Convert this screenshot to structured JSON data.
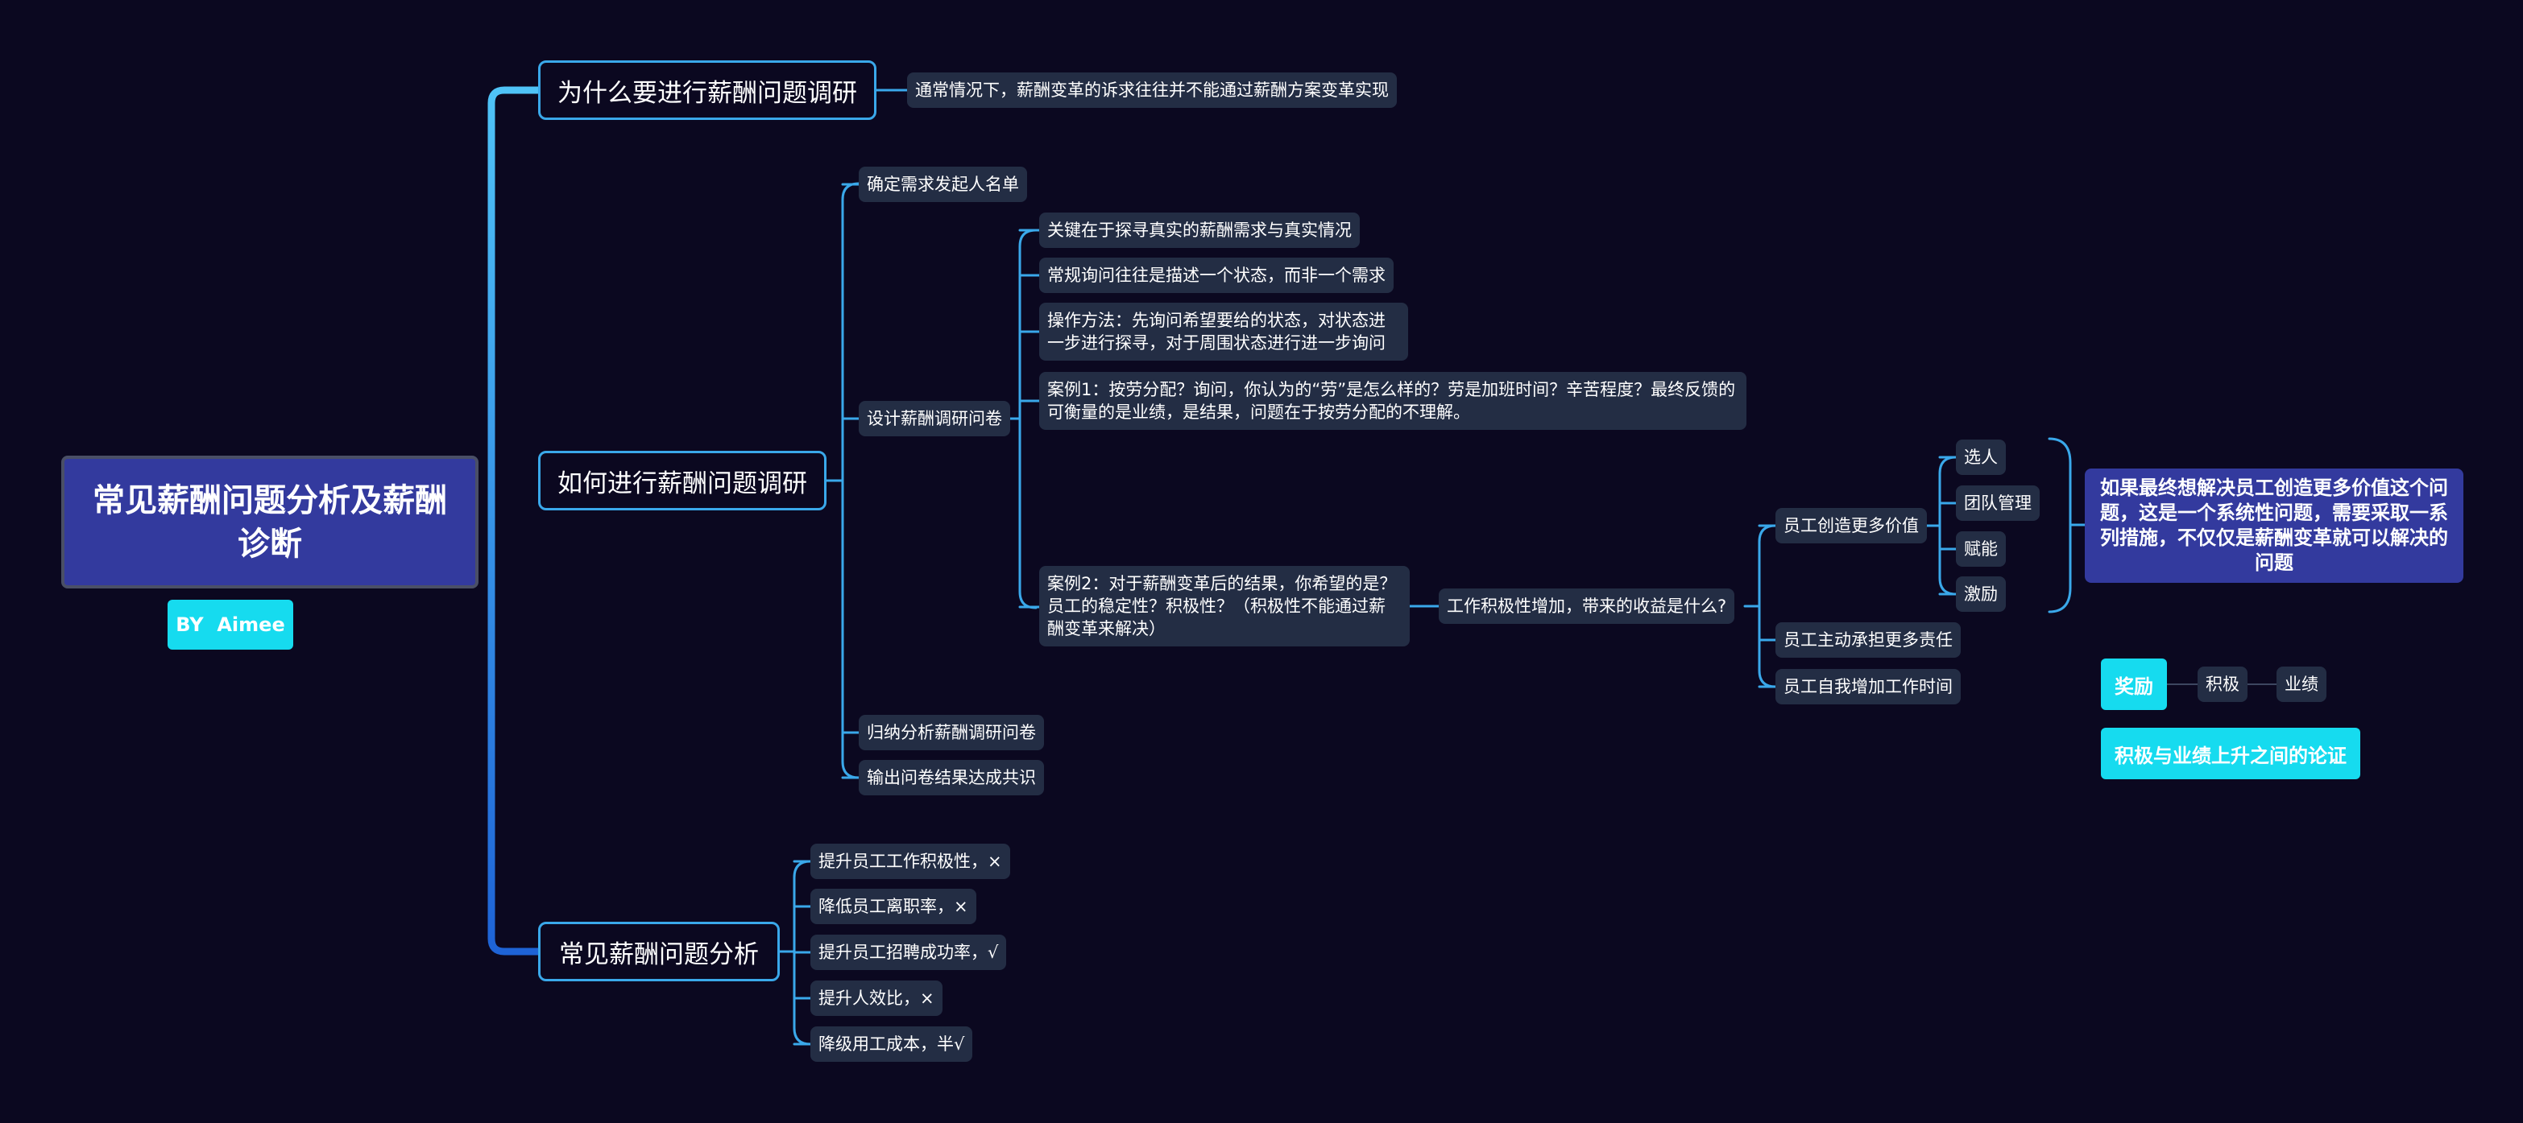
{
  "root": {
    "title": "常见薪酬问题分析及薪酬诊断",
    "author": "BY  Aimee"
  },
  "branch_why": {
    "label": "为什么要进行薪酬问题调研",
    "note": "通常情况下，薪酬变革的诉求往往并不能通过薪酬方案变革实现"
  },
  "branch_how": {
    "label": "如何进行薪酬问题调研",
    "step1": "确定需求发起人名单",
    "step2": "设计薪酬调研问卷",
    "step2_items": [
      "关键在于探寻真实的薪酬需求与真实情况",
      "常规询问往往是描述一个状态，而非一个需求",
      "操作方法：先询问希望要给的状态，对状态进一步进行探寻，对于周围状态进行进一步询问",
      "案例1：按劳分配？询问，你认为的“劳”是怎么样的？劳是加班时间？辛苦程度？最终反馈的可衡量的是业绩，是结果，问题在于按劳分配的不理解。",
      "案例2：对于薪酬变革后的结果，你希望的是？员工的稳定性？积极性？（积极性不能通过薪酬变革来解决）"
    ],
    "benefit_question": "工作积极性增加，带来的收益是什么?",
    "benefits": [
      "员工创造更多价值",
      "员工主动承担更多责任",
      "员工自我增加工作时间"
    ],
    "value_measures": [
      "选人",
      "团队管理",
      "赋能",
      "激励"
    ],
    "summary": "如果最终想解决员工创造更多价值这个问题，这是一个系统性问题，需要采取一系列措施，不仅仅是薪酬变革就可以解决的问题",
    "reward": {
      "label": "奖励",
      "chain": [
        "积极",
        "业绩"
      ]
    },
    "argument": "积极与业绩上升之间的论证",
    "step3": "归纳分析薪酬调研问卷",
    "step4": "输出问卷结果达成共识"
  },
  "branch_common": {
    "label": "常见薪酬问题分析",
    "items": [
      "提升员工工作积极性，×",
      "降低员工离职率，×",
      "提升员工招聘成功率，√",
      "提升人效比，×",
      "降级用工成本，半√"
    ]
  },
  "colors": {
    "root": "#333a9e",
    "branch": "#3aa8ea",
    "accent": "#16dbef",
    "leaf": "#232d44",
    "background": "#0b0820"
  }
}
